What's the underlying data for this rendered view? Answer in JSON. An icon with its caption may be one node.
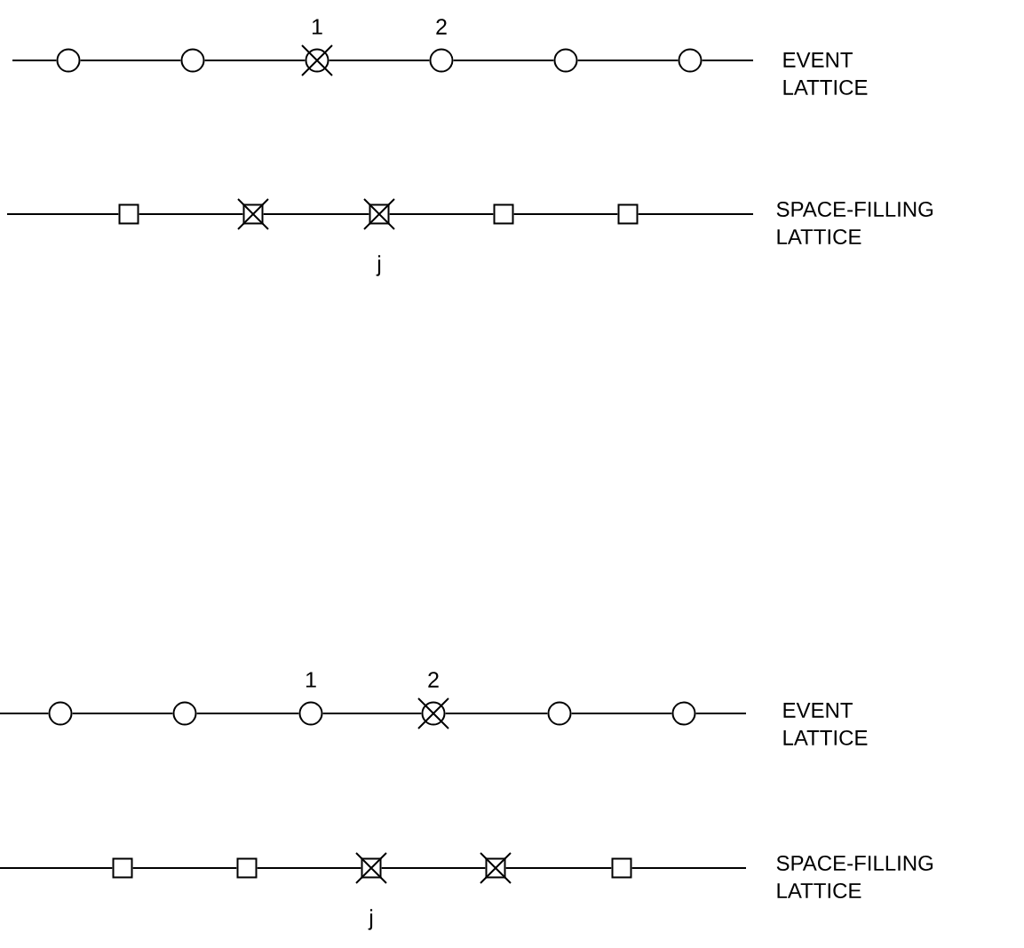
{
  "diagram": {
    "nodes": [
      {
        "text": [],
        "shape": "circle"
      },
      {
        "text": [],
        "shape": "circle"
      },
      {
        "text": [],
        "shape": "crossed-circle",
        "beside": [
          "1"
        ]
      },
      {
        "text": [],
        "shape": "circle",
        "beside": [
          "2"
        ]
      },
      {
        "text": [],
        "shape": "circle"
      },
      {
        "text": [],
        "shape": "circle"
      },
      {
        "text": [],
        "shape": "box"
      },
      {
        "text": [],
        "shape": "crossed-box"
      },
      {
        "text": [],
        "shape": "crossed-box",
        "beside": [
          "j"
        ]
      },
      {
        "text": [],
        "shape": "box"
      },
      {
        "text": [],
        "shape": "box"
      },
      {
        "text": [],
        "shape": "circle"
      },
      {
        "text": [],
        "shape": "circle"
      },
      {
        "text": [],
        "shape": "circle",
        "beside": [
          "1"
        ]
      },
      {
        "text": [],
        "shape": "crossed-circle",
        "beside": [
          "2"
        ]
      },
      {
        "text": [],
        "shape": "circle"
      },
      {
        "text": [],
        "shape": "circle"
      },
      {
        "text": [],
        "shape": "box"
      },
      {
        "text": [],
        "shape": "box"
      },
      {
        "text": [],
        "shape": "crossed-box",
        "beside": [
          "j"
        ]
      },
      {
        "text": [],
        "shape": "crossed-box"
      },
      {
        "text": [],
        "shape": "box"
      }
    ],
    "edges": [
      {
        "from": null,
        "to": 0,
        "arrow": "none"
      },
      {
        "from": 0,
        "to": 1,
        "arrow": "none"
      },
      {
        "from": 1,
        "to": 2,
        "arrow": "none"
      },
      {
        "from": 2,
        "to": 3,
        "arrow": "none"
      },
      {
        "from": 3,
        "to": 4,
        "arrow": "none"
      },
      {
        "from": 4,
        "to": 5,
        "arrow": "none"
      },
      {
        "from": 5,
        "to": null,
        "arrow": "none"
      },
      {
        "from": null,
        "to": 6,
        "arrow": "none"
      },
      {
        "from": 6,
        "to": 7,
        "arrow": "none"
      },
      {
        "from": 7,
        "to": 8,
        "arrow": "none"
      },
      {
        "from": 8,
        "to": 9,
        "arrow": "none"
      },
      {
        "from": 9,
        "to": 10,
        "arrow": "none"
      },
      {
        "from": 10,
        "to": null,
        "arrow": "none"
      },
      {
        "from": null,
        "to": 11,
        "arrow": "none"
      },
      {
        "from": 11,
        "to": 12,
        "arrow": "none"
      },
      {
        "from": 12,
        "to": 13,
        "arrow": "none"
      },
      {
        "from": 13,
        "to": 14,
        "arrow": "none"
      },
      {
        "from": 14,
        "to": 15,
        "arrow": "none"
      },
      {
        "from": 15,
        "to": 16,
        "arrow": "none"
      },
      {
        "from": 16,
        "to": null,
        "arrow": "none"
      },
      {
        "from": null,
        "to": 17,
        "arrow": "none"
      },
      {
        "from": 17,
        "to": 18,
        "arrow": "none"
      },
      {
        "from": 18,
        "to": 19,
        "arrow": "none"
      },
      {
        "from": 19,
        "to": 20,
        "arrow": "none"
      },
      {
        "from": 20,
        "to": 21,
        "arrow": "none"
      },
      {
        "from": 21,
        "to": null,
        "arrow": "none"
      }
    ],
    "labels": [
      "EVENT LATTICE",
      "SPACE-FILLING LATTICE",
      "EVENT LATTICE",
      "SPACE-FILLING LATTICE"
    ]
  }
}
